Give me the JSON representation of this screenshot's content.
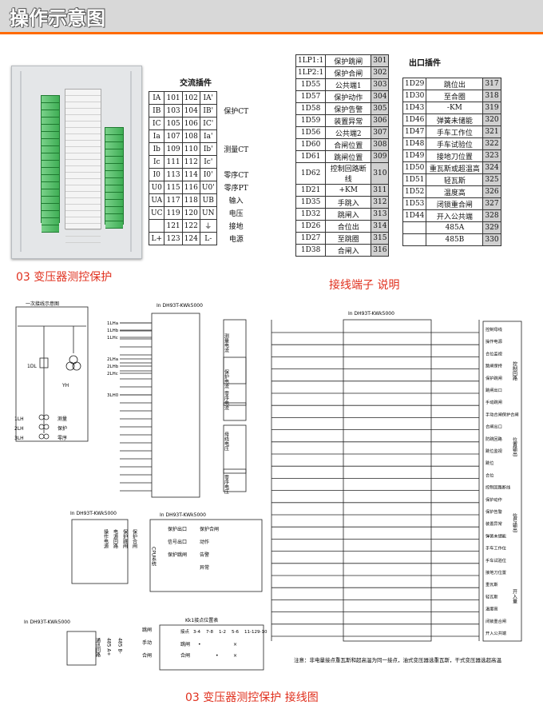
{
  "header": {
    "title": "操作示意图"
  },
  "captions": {
    "device": "03 变压器测控保护",
    "terminals": "接线端子 说明",
    "wiring": "03 变压器测控保护 接线图"
  },
  "ac_table": {
    "title": "交流插件",
    "rows": [
      {
        "l": "IA",
        "n1": "101",
        "n2": "102",
        "r": "IA'",
        "d": ""
      },
      {
        "l": "IB",
        "n1": "103",
        "n2": "104",
        "r": "IB'",
        "d": "保护CT"
      },
      {
        "l": "IC",
        "n1": "105",
        "n2": "106",
        "r": "IC'",
        "d": ""
      },
      {
        "l": "Ia",
        "n1": "107",
        "n2": "108",
        "r": "Ia'",
        "d": ""
      },
      {
        "l": "Ib",
        "n1": "109",
        "n2": "110",
        "r": "Ib'",
        "d": "测量CT"
      },
      {
        "l": "Ic",
        "n1": "111",
        "n2": "112",
        "r": "Ic'",
        "d": ""
      },
      {
        "l": "I0",
        "n1": "113",
        "n2": "114",
        "r": "I0'",
        "d": "零序CT"
      },
      {
        "l": "U0",
        "n1": "115",
        "n2": "116",
        "r": "U0'",
        "d": "零序PT"
      },
      {
        "l": "UA",
        "n1": "117",
        "n2": "118",
        "r": "UB",
        "d": "输入"
      },
      {
        "l": "UC",
        "n1": "119",
        "n2": "120",
        "r": "UN",
        "d": "电压"
      },
      {
        "l": "",
        "n1": "121",
        "n2": "122",
        "r": "⏚",
        "d": "接地"
      },
      {
        "l": "L+",
        "n1": "123",
        "n2": "124",
        "r": "L-",
        "d": "电源"
      }
    ]
  },
  "mid_table": {
    "rows": [
      {
        "l": "1LP1:1",
        "d": "保护跳闸",
        "n": "301"
      },
      {
        "l": "1LP2:1",
        "d": "保护合闸",
        "n": "302"
      },
      {
        "l": "1D55",
        "d": "公共端1",
        "n": "303"
      },
      {
        "l": "1D57",
        "d": "保护动作",
        "n": "304"
      },
      {
        "l": "1D58",
        "d": "保护告警",
        "n": "305"
      },
      {
        "l": "1D59",
        "d": "装置异常",
        "n": "306"
      },
      {
        "l": "1D56",
        "d": "公共端2",
        "n": "307"
      },
      {
        "l": "1D60",
        "d": "合闸位置",
        "n": "308"
      },
      {
        "l": "1D61",
        "d": "跳闸位置",
        "n": "309"
      },
      {
        "l": "1D62",
        "d": "控制回路断线",
        "n": "310"
      },
      {
        "l": "1D21",
        "d": "+KM",
        "n": "311"
      },
      {
        "l": "1D35",
        "d": "手跳入",
        "n": "312"
      },
      {
        "l": "1D32",
        "d": "跳闸入",
        "n": "313"
      },
      {
        "l": "1D26",
        "d": "合位出",
        "n": "314"
      },
      {
        "l": "1D27",
        "d": "至跳圈",
        "n": "315"
      },
      {
        "l": "1D38",
        "d": "合闸入",
        "n": "316"
      }
    ]
  },
  "out_table": {
    "title": "出口插件",
    "rows": [
      {
        "l": "1D29",
        "d": "跳位出",
        "n": "317"
      },
      {
        "l": "1D30",
        "d": "至合圈",
        "n": "318"
      },
      {
        "l": "1D43",
        "d": "-KM",
        "n": "319"
      },
      {
        "l": "1D46",
        "d": "弹簧未储能",
        "n": "320"
      },
      {
        "l": "1D47",
        "d": "手车工作位",
        "n": "321"
      },
      {
        "l": "1D48",
        "d": "手车试验位",
        "n": "322"
      },
      {
        "l": "1D49",
        "d": "接地刀位置",
        "n": "323"
      },
      {
        "l": "1D50",
        "d": "重瓦斯或超温高",
        "n": "324"
      },
      {
        "l": "1D51",
        "d": "轻瓦斯",
        "n": "325"
      },
      {
        "l": "1D52",
        "d": "温度高",
        "n": "326"
      },
      {
        "l": "1D53",
        "d": "闭锁重合闸",
        "n": "327"
      },
      {
        "l": "1D44",
        "d": "开入公共端",
        "n": "328"
      },
      {
        "l": "",
        "d": "485A",
        "n": "329"
      },
      {
        "l": "",
        "d": "485B",
        "n": "330"
      }
    ]
  },
  "diagram": {
    "one_line_title": "一次接线示意图",
    "device_model": "DH93T-KWk5000",
    "in_label": "In",
    "left_labels": [
      "1DL",
      "YH",
      "1LH",
      "2LH",
      "3LH",
      "测量",
      "保护",
      "零序"
    ],
    "ct_groups": [
      {
        "name": "测量电流",
        "rows": [
          "1LHa",
          "1LHb",
          "1LHc"
        ]
      },
      {
        "name": "保护电流",
        "rows": [
          "2LHa",
          "2LHb",
          "2LHc"
        ]
      },
      {
        "name": "零序电流",
        "rows": [
          "3LH0"
        ]
      }
    ],
    "pt_label": "母线电压",
    "zero_pt_label": "零序电压",
    "cpu_box": {
      "title": "CPU系统",
      "rows": [
        "保护出口",
        "信号出口",
        "保护跳闸",
        "保护合闸",
        "动作",
        "告警",
        "异常"
      ]
    },
    "power_box": {
      "labels": [
        "操作电源",
        "电源回路",
        "保护跳闸",
        "保护合闸"
      ]
    },
    "comm_box": {
      "labels": [
        "通讯回路",
        "485 A+",
        "485 B-"
      ]
    },
    "kk_table": {
      "title": "Kk1接点位置表",
      "head": [
        "接点",
        "3-4",
        "7-8",
        "1-2",
        "5-6",
        "11-12",
        "9-10"
      ],
      "rows": [
        [
          "跳闸",
          "•",
          "",
          "×"
        ],
        [
          "合闸",
          "",
          "•",
          "×"
        ]
      ],
      "left": [
        "跳闸",
        "手动",
        "合闸"
      ]
    },
    "right_labels": [
      "控制母线",
      "操作电源",
      "合位监视",
      "跳闸保持",
      "保护跳闸",
      "跳闸出口",
      "手动跳闸",
      "手动合闸保护合闸",
      "合闸出口",
      "防跳回路",
      "跳位监视",
      "跳位",
      "合位",
      "控制回路断线",
      "保护动作",
      "保护告警",
      "装置异常",
      "弹簧未储能",
      "手车工作位",
      "手车试验位",
      "接地刀位置",
      "重瓦斯",
      "轻瓦斯",
      "温度高",
      "闭锁重合闸",
      "开入公共端"
    ],
    "right_groups": [
      "控制回路",
      "位置输出",
      "信号输出",
      "开入量"
    ],
    "note": "注意：非电量接点重瓦斯和超高温为同一接点，油式变压器选重瓦斯，干式变压器选超高温"
  }
}
